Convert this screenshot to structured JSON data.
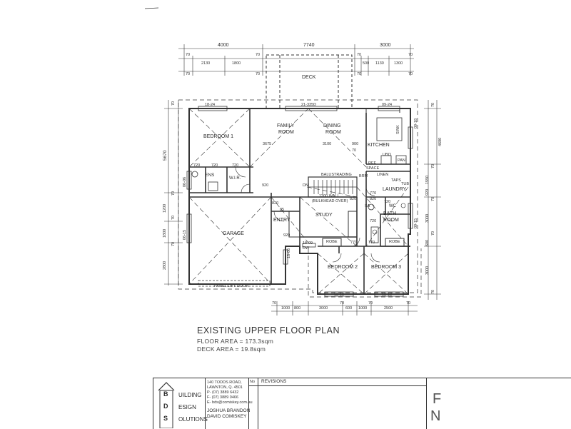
{
  "plan": {
    "title": "EXISTING UPPER FLOOR PLAN",
    "floor_area": "FLOOR AREA = 173.3sqm",
    "deck_area": "DECK AREA = 19.8sqm"
  },
  "rooms": {
    "deck": "DECK",
    "bedroom1": "BEDROOM 1",
    "family_l1": "FAMILY",
    "family_l2": "ROOM",
    "dining_l1": "DINING",
    "dining_l2": "ROOM",
    "kitchen": "KITCHEN",
    "ens": "ENS",
    "wir": "W.I.R.",
    "garage": "GARAGE",
    "entry": "ENTRY",
    "study": "STUDY",
    "laundry": "LAUNDRY",
    "bath_l1": "BATH",
    "bath_l2": "ROOM",
    "wc": "WC",
    "bedroom2": "BEDROOM 2",
    "bedroom3": "BEDROOM 3"
  },
  "labels": {
    "balustrading": "BALUSTRADING",
    "dn": "DN",
    "wall_l1": "1200 WALL",
    "wall_l2": "(BULKHEAD OVER)",
    "panel_lift_door": "PANEL LIFT DOOR",
    "ref_l1": "REF",
    "ref_l2": "SPACE",
    "linen": "LINEN",
    "taps": "TAPS",
    "tub": "TUB",
    "ubo": "UBO",
    "pan": "PAN",
    "sa": "SA",
    "robe": "ROBE",
    "brm": "BRM",
    "dw": "DW",
    "sink": "SINK"
  },
  "dims_top": [
    "4000",
    "7740",
    "3000"
  ],
  "dims_top2": [
    "70",
    "2130",
    "1800",
    "70",
    "70",
    "500",
    "1130",
    "1300",
    "70"
  ],
  "dims_inner": [
    "3675",
    "3100",
    "900",
    "70"
  ],
  "dims_openings": [
    "18-24",
    "21-335D",
    "09-24",
    "18-18",
    "18-18",
    "09-18",
    "09-15",
    "06-06",
    "06-15",
    "18-06",
    "18-09"
  ],
  "dims_doors": [
    "720",
    "720",
    "720",
    "820",
    "820",
    "920",
    "920",
    "820",
    "770",
    "720",
    "720",
    "770",
    "770",
    "85"
  ],
  "dims_left": [
    "70",
    "5670",
    "70",
    "1200",
    "70",
    "1800",
    "70",
    "2800"
  ],
  "dims_right": [
    "70",
    "4680",
    "70",
    "1550",
    "920",
    "70",
    "3000",
    "70",
    "600",
    "3000",
    "70"
  ],
  "dims_bottom": [
    "70",
    "1000",
    "800",
    "3000",
    "70",
    "600",
    "1000",
    "70",
    "2500",
    "70"
  ],
  "title_block": {
    "address_l1": "140 TODDS ROAD,",
    "address_l2": "LAWNTON, Q. 4501",
    "phone": "P- (07) 3889 6432",
    "fax": "F- (07) 3889 0466",
    "email": "E- bds@comiskey.com.au",
    "company_l1": "UILDING",
    "company_l2": "ESIGN",
    "company_l3": "OLUTIONS",
    "logo_letters": [
      "B",
      "D",
      "S"
    ],
    "person1": "JOSHUA BRANDON",
    "person2": "DAVID COMISKEY",
    "no_header": "No",
    "revisions_header": "REVISIONS",
    "right_l1": "F",
    "right_l2": "N"
  }
}
